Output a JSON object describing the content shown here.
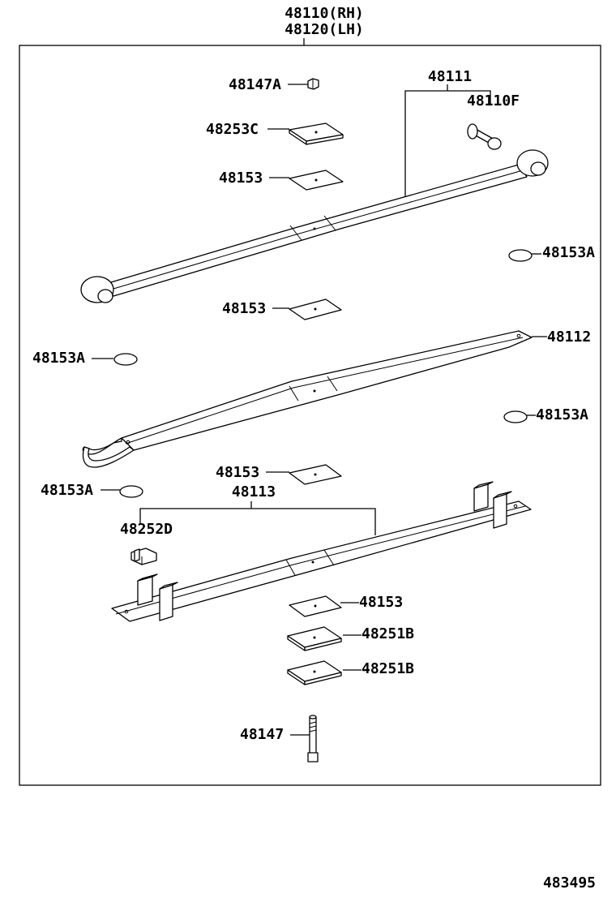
{
  "assembly": {
    "rh": "48110(RH)",
    "lh": "48120(LH)"
  },
  "labels": {
    "p48147A": "48147A",
    "p48253C": "48253C",
    "p48153_top": "48153",
    "p48111": "48111",
    "p48110F": "48110F",
    "p48153A_r1": "48153A",
    "p48153_mid": "48153",
    "p48153A_l1": "48153A",
    "p48112": "48112",
    "p48153A_r2": "48153A",
    "p48153_low": "48153",
    "p48153A_l2": "48153A",
    "p48113": "48113",
    "p48252D": "48252D",
    "p48153_bot": "48153",
    "p48251B_1": "48251B",
    "p48251B_2": "48251B",
    "p48147": "48147"
  },
  "diagram_number": "483495"
}
